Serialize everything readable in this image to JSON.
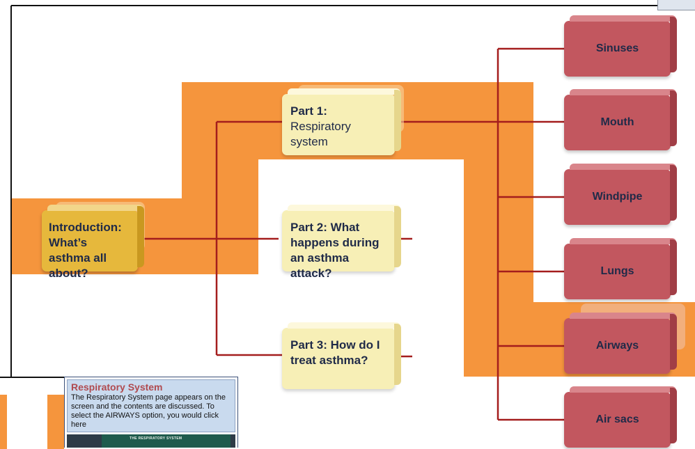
{
  "diagram": {
    "intro": {
      "bold": "Introduction: What’s asthma all about?"
    },
    "parts": [
      {
        "bold": "Part 1:",
        "rest": "Respiratory system"
      },
      {
        "bold": "Part 2:",
        "rest": "What happens during an asthma attack?"
      },
      {
        "bold": "Part 3:",
        "rest": "How do I treat asthma?"
      }
    ],
    "subtopics": [
      "Sinuses",
      "Mouth",
      "Windpipe",
      "Lungs",
      "Airways",
      "Air sacs"
    ]
  },
  "callout": {
    "title": "Respiratory System",
    "body": "The Respiratory System page appears on the screen and the contents are discussed. To select the AIRWAYS option, you would click here",
    "thumbnail_label": "THE RESPIRATORY SYSTEM"
  },
  "colors": {
    "highlight_path": "#f5953d",
    "connector": "#a41d1d",
    "intro_box": "#e6b83c",
    "part_box": "#f7efb6",
    "subtopic_box": "#c2575f",
    "text": "#1f2a48"
  }
}
